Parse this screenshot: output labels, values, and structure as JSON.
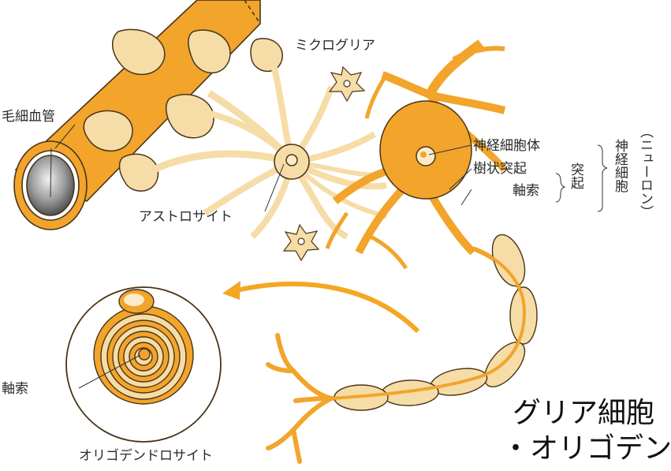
{
  "labels": {
    "capillary": "毛細血管",
    "microglia": "ミクログリア",
    "astrocyte": "アストロサイト",
    "neuron_body": "神経細胞体",
    "dendrite": "樹状突起",
    "axon": "軸索",
    "process": "突起",
    "nerve_cell": "神経細胞",
    "neuron": "（ニューロン）",
    "inset_axon": "軸索",
    "oligodendrocyte": "オリゴデンドロサイト"
  },
  "caption": {
    "line1": "グリア細胞",
    "line2": "・オリゴデン"
  },
  "colors": {
    "orange": "#F2A42B",
    "light": "#F6DCA6",
    "pale": "#FBEBC9",
    "outline": "#4A3418",
    "arrow": "#F5A623"
  }
}
